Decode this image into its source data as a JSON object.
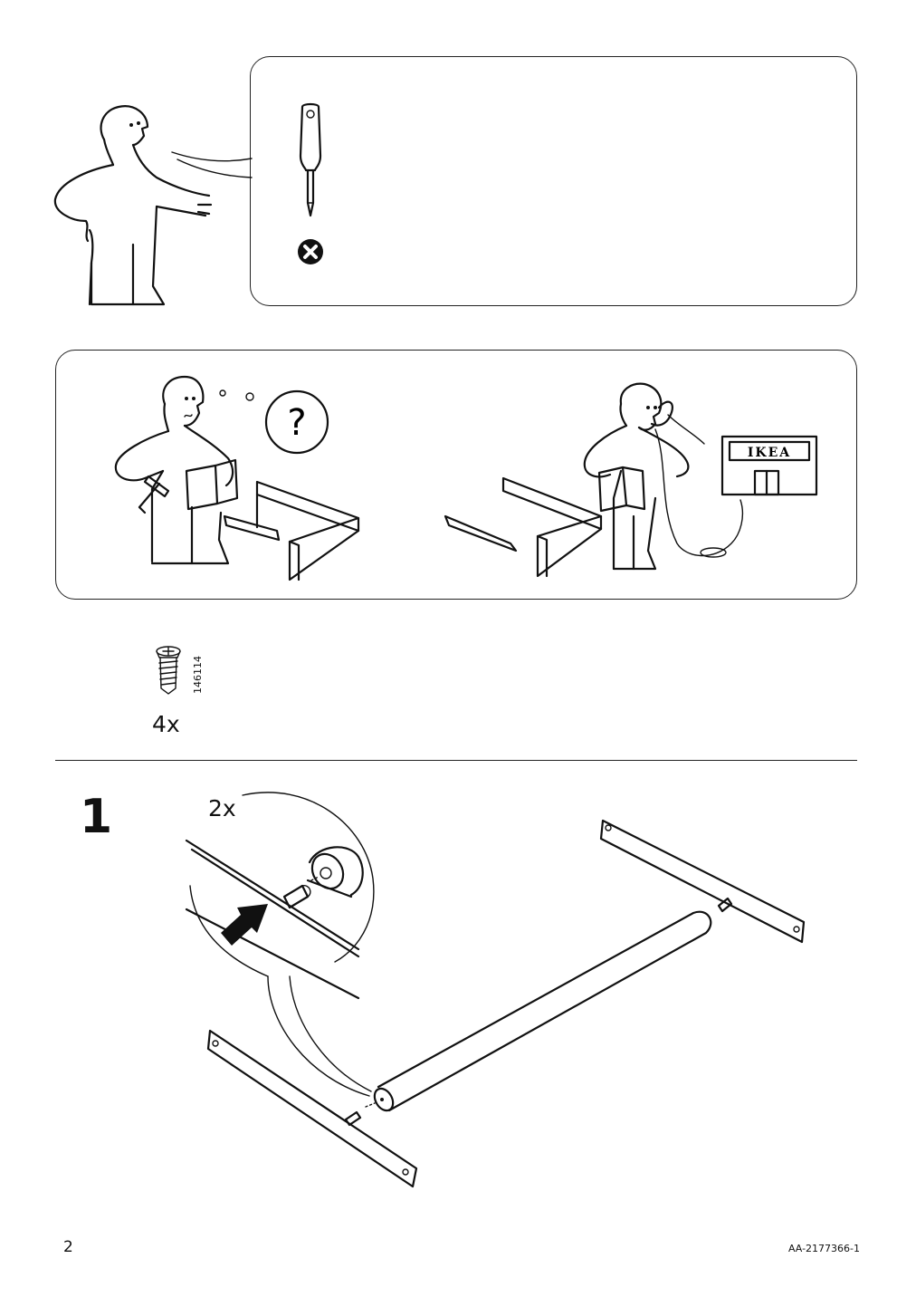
{
  "tools": {
    "required": [
      "phillips-screwdriver"
    ],
    "not_allowed_icon": "cross-circle-icon"
  },
  "help_panel": {
    "store_sign": "IKEA",
    "question_mark": "?"
  },
  "parts": [
    {
      "part_number": "146114",
      "quantity": "4x",
      "icon": "screw-icon"
    }
  ],
  "step": {
    "number": "1",
    "detail_quantity": "2x"
  },
  "footer": {
    "page_number": "2",
    "document_id": "AA-2177366-1"
  }
}
